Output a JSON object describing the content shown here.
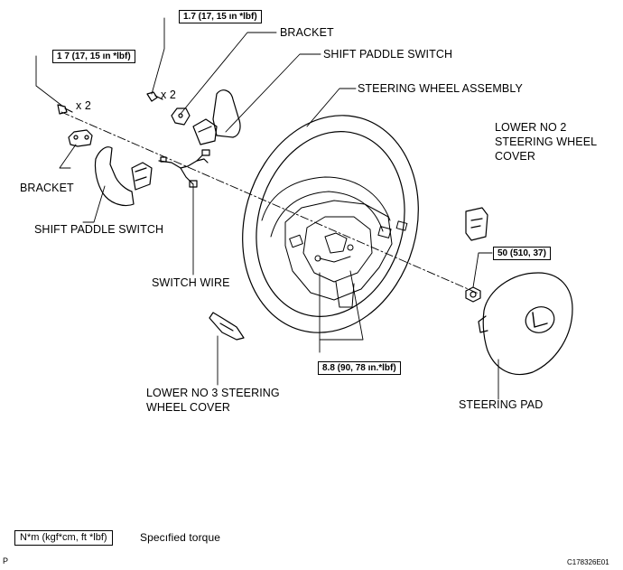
{
  "labels": {
    "bracket_top": "BRACKET",
    "shift_paddle_top": "SHIFT PADDLE SWITCH",
    "steering_wheel_assembly": "STEERING WHEEL ASSEMBLY",
    "lower_no2_line1": "LOWER NO  2",
    "lower_no2_line2": "STEERING WHEEL",
    "lower_no2_line3": "COVER",
    "bracket_left": "BRACKET",
    "shift_paddle_left": "SHIFT PADDLE SWITCH",
    "switch_wire": "SWITCH WIRE",
    "lower_no3_line1": "LOWER NO  3 STEERING",
    "lower_no3_line2": "WHEEL COVER",
    "steering_pad": "STEERING PAD"
  },
  "torque": {
    "left": "1 7 (17, 15 ın *lbf)",
    "top": "1.7 (17, 15 ın *lbf)",
    "right": "50 (510, 37)",
    "center": "8.8 (90, 78 ın.*lbf)"
  },
  "qty": {
    "left": "x 2",
    "top": "x 2"
  },
  "legend": {
    "box": "N*m (kgf*cm, ft *lbf)",
    "text": "Specıfied torque"
  },
  "footer": {
    "left": "P",
    "right": "C178326E01"
  }
}
